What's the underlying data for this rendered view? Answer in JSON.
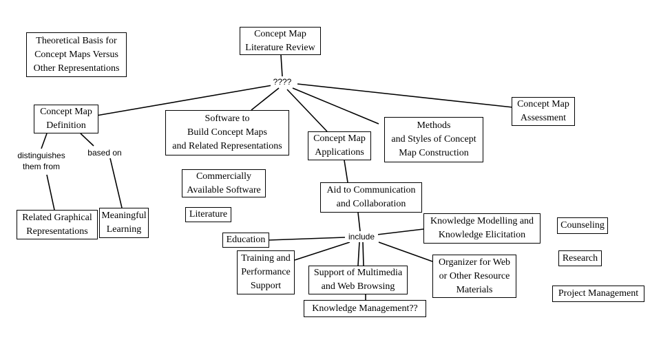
{
  "nodes": {
    "theoretical": "Theoretical Basis for\nConcept Maps Versus\nOther Representations",
    "lit_review": "Concept Map\nLiterature Review",
    "definition": "Concept Map\nDefinition",
    "software": "Software to\nBuild Concept Maps\nand Related Representations",
    "applications": "Concept Map\nApplications",
    "methods": "Methods\nand Styles of Concept\nMap Construction",
    "assessment": "Concept Map\nAssessment",
    "commercial": "Commercially\nAvailable Software",
    "literature": "Literature",
    "related_graphical": "Related Graphical\nRepresentations",
    "meaningful": "Meaningful\nLearning",
    "aid_comm": "Aid to Communication\nand Collaboration",
    "knowledge_modelling": "Knowledge Modelling and\nKnowledge Elicitation",
    "education": "Education",
    "training": "Training and\nPerformance\nSupport",
    "multimedia": "Support of Multimedia\nand Web Browsing",
    "organizer": "Organizer for Web\nor Other Resource\nMaterials",
    "km": "Knowledge Management??",
    "counseling": "Counseling",
    "research": "Research",
    "project_mgmt": "Project Management"
  },
  "link_labels": {
    "hub": "????",
    "distinguishes": "distinguishes\nthem from",
    "based_on": "based on",
    "include": "include"
  },
  "colors": {
    "line": "#000000",
    "box_border": "#000000",
    "background": "#ffffff"
  }
}
